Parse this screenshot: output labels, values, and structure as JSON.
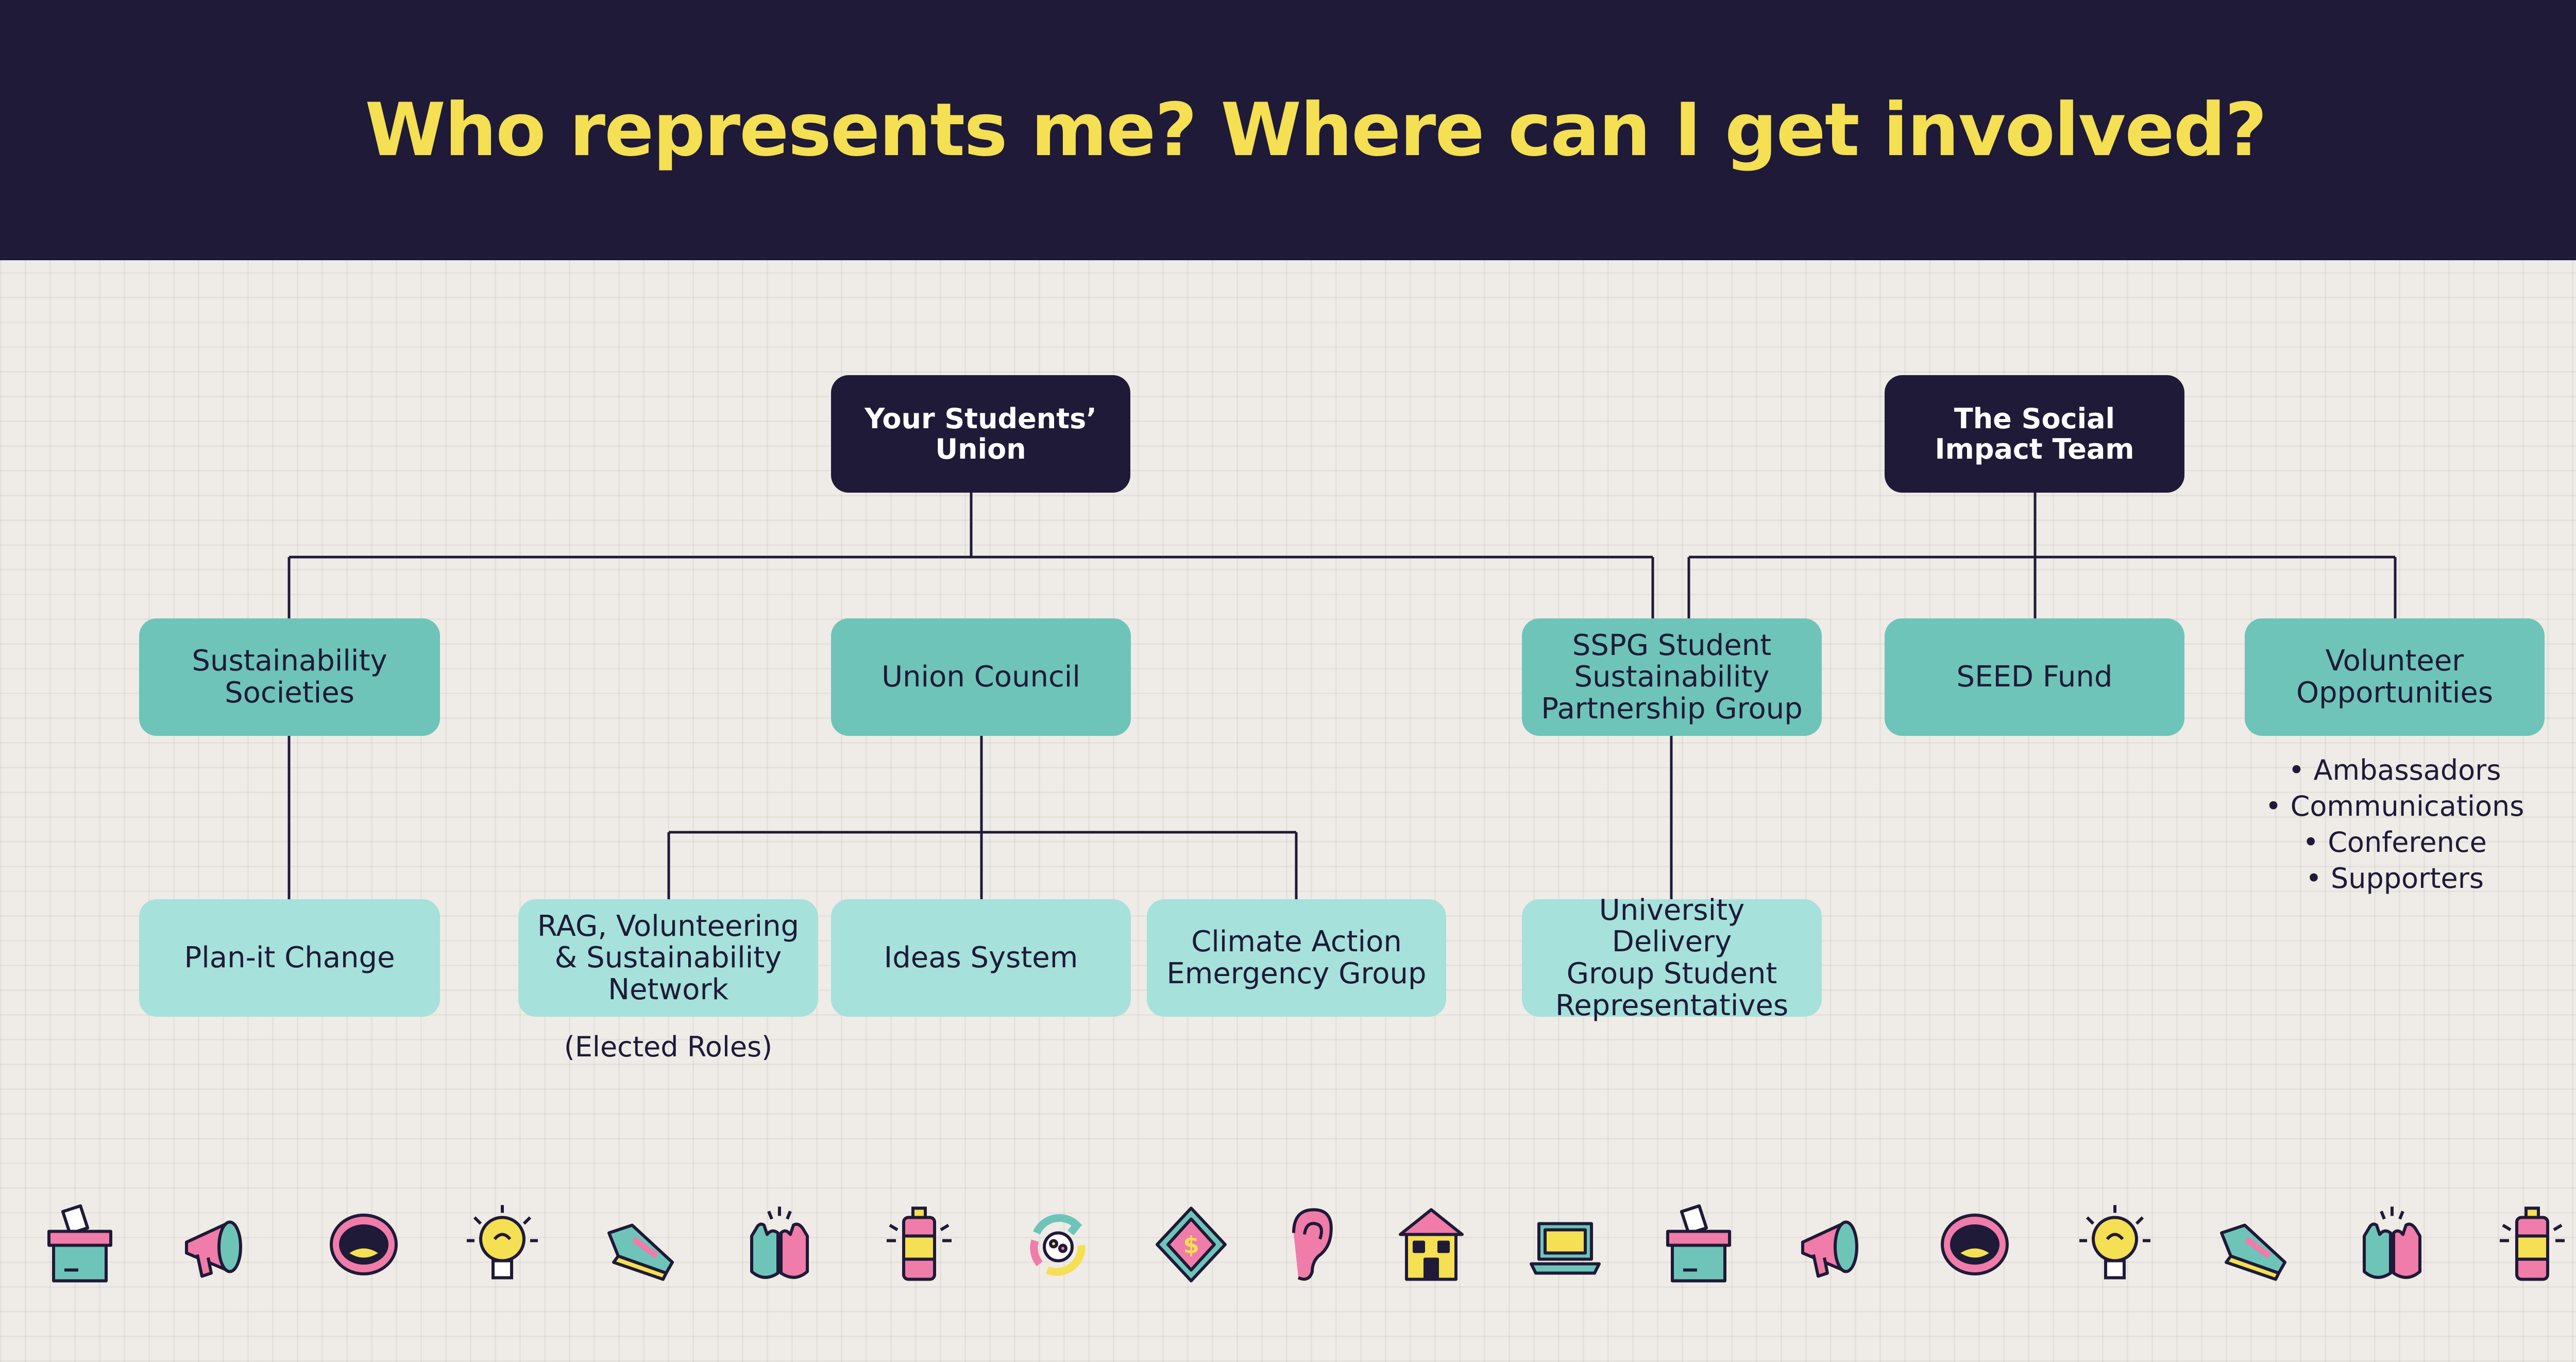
{
  "header": {
    "title": "Who represents me? Where can I get involved?"
  },
  "org_chart": {
    "top": {
      "students_union": "Your Students’\nUnion",
      "social_impact": "The Social\nImpact Team"
    },
    "level2": {
      "sustainability_societies": "Sustainability\nSocieties",
      "union_council": "Union Council",
      "sspg": "SSPG Student\nSustainability\nPartnership Group",
      "seed_fund": "SEED Fund",
      "volunteer": "Volunteer\nOpportunities"
    },
    "level3": {
      "plan_it": "Plan-it Change",
      "rag": "RAG, Volunteering\n& Sustainability\nNetwork",
      "ideas": "Ideas System",
      "climate": "Climate Action\nEmergency Group",
      "udg": "University Delivery\nGroup Student\nRepresentatives"
    },
    "elected_note": "(Elected Roles)",
    "volunteer_roles": [
      "Ambassadors",
      "Communications",
      "Conference",
      "Supporters"
    ]
  },
  "icon_strip": [
    "ballot-box-icon",
    "megaphone-icon",
    "open-mouth-icon",
    "lightbulb-icon",
    "sneaker-icon",
    "hands-icon",
    "battery-icon",
    "recycle-icon",
    "diamond-sign-icon",
    "ear-icon",
    "house-icon",
    "laptop-icon",
    "ballot-box-icon",
    "megaphone-icon",
    "open-mouth-icon",
    "lightbulb-icon",
    "sneaker-icon",
    "hands-icon",
    "battery-icon"
  ],
  "colors": {
    "navy": "#1e1a37",
    "yellow": "#f5df52",
    "teal": "#6ec4b9",
    "light_teal": "#a6e1db",
    "pink": "#f07ca9",
    "background": "#efebe7"
  }
}
